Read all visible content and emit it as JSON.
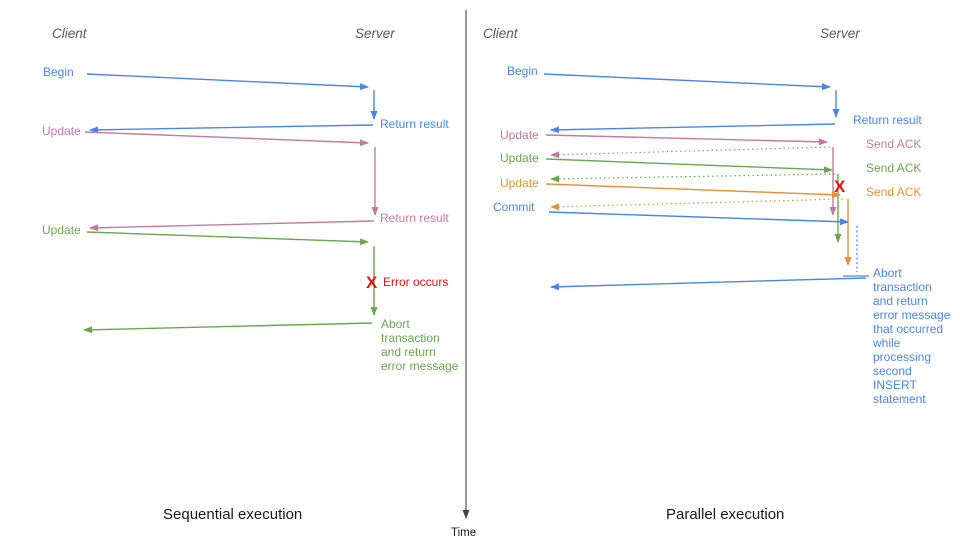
{
  "colors": {
    "blue": "#4a86e8",
    "pink": "#c27ba0",
    "green": "#6aa84f",
    "orange": "#e69138",
    "red": "#e81111",
    "header_gray": "#595959",
    "black": "#1a1a1a",
    "axis": "#444444"
  },
  "time_axis": {
    "label": "Time"
  },
  "left": {
    "title": "Sequential execution",
    "client_header": "Client",
    "server_header": "Server",
    "begin": "Begin",
    "return_result_1": "Return result",
    "update_1": "Update",
    "return_result_2": "Return result",
    "update_2": "Update",
    "error_mark": "X",
    "error_label": "Error occurs",
    "abort_lines": [
      "Abort",
      "transaction",
      "and return",
      "error message"
    ]
  },
  "right": {
    "title": "Parallel execution",
    "client_header": "Client",
    "server_header": "Server",
    "begin": "Begin",
    "return_result": "Return result",
    "update_1": "Update",
    "send_ack_1": "Send ACK",
    "update_2": "Update",
    "send_ack_2": "Send ACK",
    "update_3": "Update",
    "send_ack_3": "Send ACK",
    "commit": "Commit",
    "error_mark": "X",
    "abort_lines": [
      "Abort",
      "transaction",
      "and return",
      "error message",
      "that occurred",
      "while",
      "processing",
      "second",
      "INSERT",
      "statement"
    ]
  }
}
